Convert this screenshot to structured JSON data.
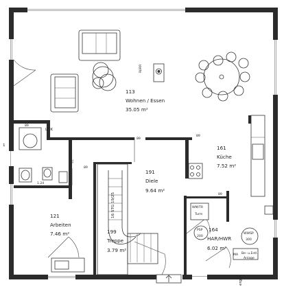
{
  "rooms": {
    "wohnen": {
      "number": "113",
      "name": "Wohnen / Essen",
      "area": "35.05 m²"
    },
    "kueche": {
      "number": "161",
      "name": "Küche",
      "area": "7.52 m²"
    },
    "diele": {
      "number": "191",
      "name": "Diele",
      "area": "9.64 m²"
    },
    "arbeiten": {
      "number": "121",
      "name": "Arbeiten",
      "area": "7.46 m²"
    },
    "treppe": {
      "number": "199",
      "name": "Treppe",
      "area": "3.79 m²"
    },
    "har": {
      "number": "164",
      "name": "HAR/HWR",
      "area": "6.02 m²"
    }
  },
  "labels": {
    "stair": "16 STG 19/25",
    "bath_area": "1.24",
    "lhk": "LHK",
    "robr": "RöRR",
    "heights": [
      "89",
      "89",
      "89",
      "89",
      "89"
    ],
    "dim_77": "77",
    "side_1": "1",
    "bottom_right": "erger"
  },
  "equipment": {
    "wm_tr": "WM/TR",
    "turm": "Turm",
    "psp": "PSP",
    "psp_vol": "200",
    "wwsp": "WWSP",
    "wwsp_vol": "300",
    "ma": "MA",
    "be_entl": "Be- u.Entl.",
    "anlage": "Anlage"
  }
}
